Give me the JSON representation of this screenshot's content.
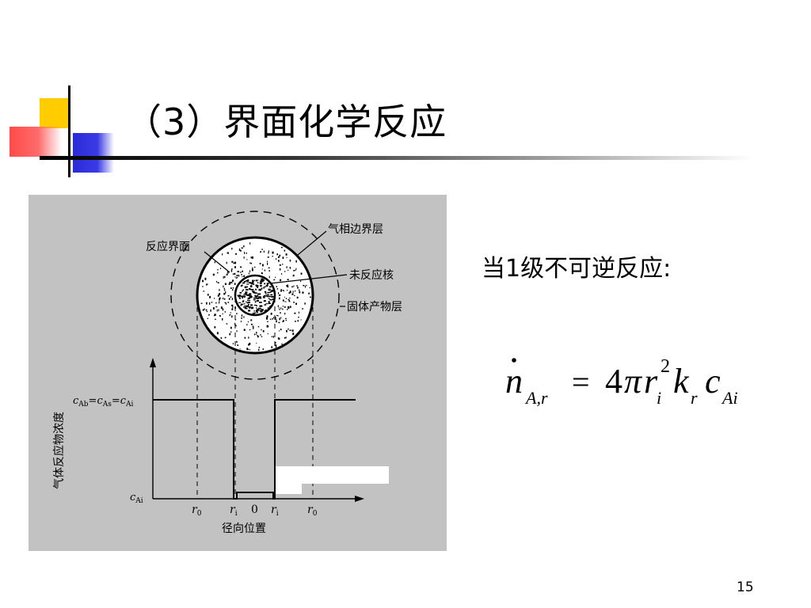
{
  "slide": {
    "title": "（3）界面化学反应",
    "page_number": "15"
  },
  "figure": {
    "labels": {
      "gas_film": "气相边界层",
      "reaction_interface": "反应界面",
      "unreacted_core": "未反应核",
      "solid_product_layer": "固体产物层",
      "y_axis": "气体反应物浓度",
      "x_axis": "径向位置",
      "c_upper": "c",
      "c_upper_sub1": "Ab",
      "c_upper_eq1": "=c",
      "c_upper_sub2": "As",
      "c_upper_eq2": "=c",
      "c_upper_sub3": "Ai",
      "c_lower": "c",
      "c_lower_sub": "Ai",
      "r": "r",
      "sub_0": "0",
      "sub_i": "i",
      "zero": "0"
    }
  },
  "content": {
    "reaction_order_text": "当1级不可逆反应:"
  },
  "formula": {
    "n": "n",
    "sub_ar": "A,r",
    "equals": "=",
    "coefficient": "4",
    "pi": "π",
    "r": "r",
    "sub_i": "i",
    "sup_2": "2",
    "k": "k",
    "sub_r": "r",
    "c": "c",
    "sub_ai": "Ai"
  }
}
